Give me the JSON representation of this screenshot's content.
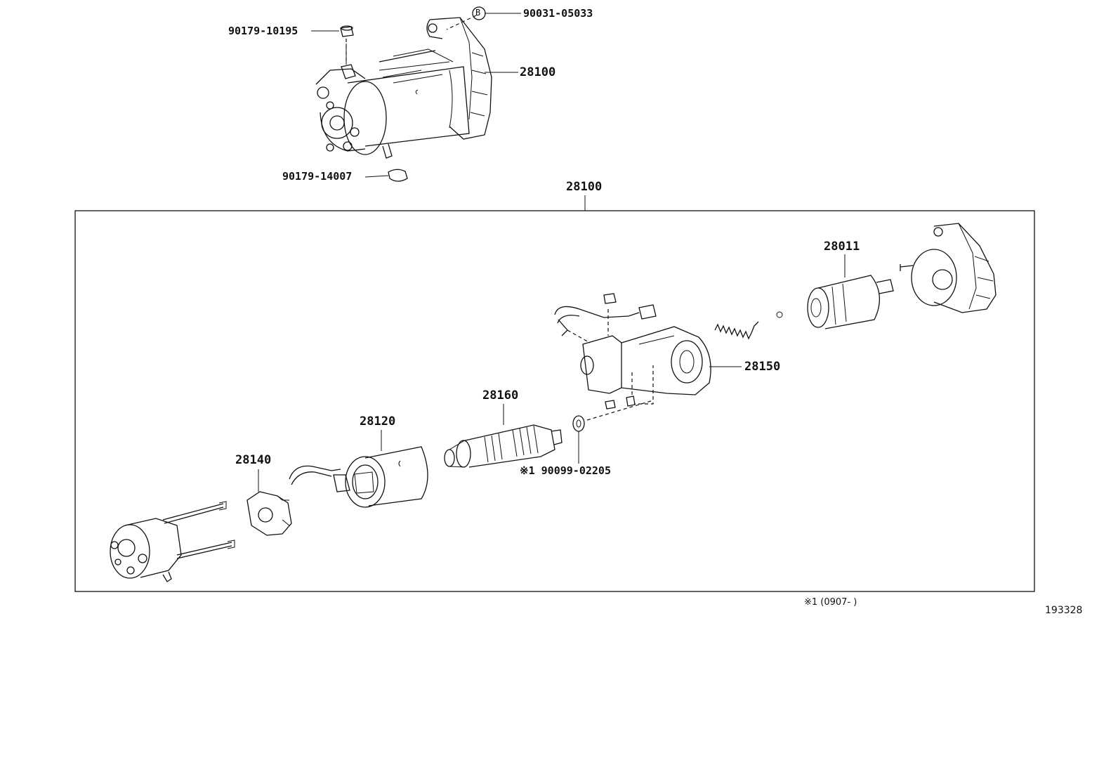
{
  "callouts": {
    "top_nut": "90179-10195",
    "top_bolt_b": "90031-05033",
    "top_assembly": "28100",
    "top_nut_bottom": "90179-14007",
    "frame_assembly": "28100",
    "clutch": "28011",
    "magnet_switch": "28150",
    "armature": "28160",
    "yoke": "28120",
    "brush_holder": "28140",
    "washer": "※1 90099-02205"
  },
  "circle_marker": "B",
  "footnote": "※1 (0907-       )",
  "figure_id": "193328"
}
